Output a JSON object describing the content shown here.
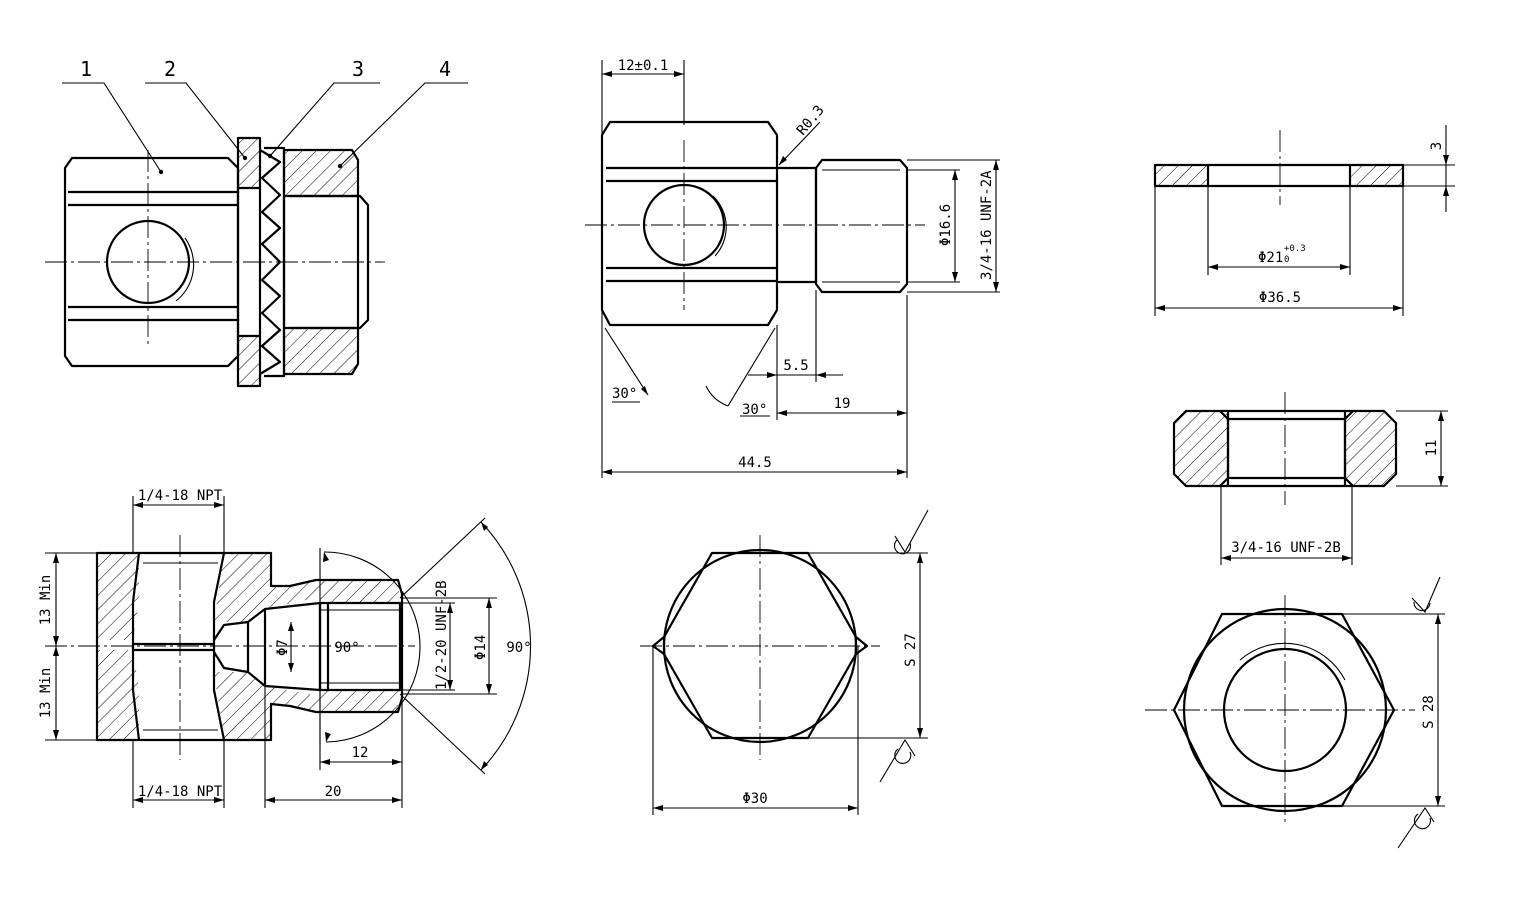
{
  "balloons": [
    "1",
    "2",
    "3",
    "4"
  ],
  "body_side": {
    "pitch_dim": "12±0.1",
    "radius": "R0.3",
    "dia_thread": "Φ16.6",
    "thread": "3/4-16 UNF-2A",
    "chamfer_left": "30°",
    "chamfer_right": "30°",
    "len_neck": "5.5",
    "len_thread": "19",
    "len_total": "44.5"
  },
  "section": {
    "npt_top": "1/4-18 NPT",
    "npt_bottom": "1/4-18 NPT",
    "min_top": "13 Min",
    "min_bottom": "13 Min",
    "dia_small": "Φ7",
    "angle_inner": "90°",
    "thread": "1/2-20 UNF-2B",
    "dia_bore": "Φ14",
    "angle_outer": "90°",
    "depth_thread": "12",
    "depth_total": "20"
  },
  "hex_body": {
    "flats": "S 27",
    "dia": "Φ30"
  },
  "washer": {
    "thickness": "3",
    "inner_dia": "Φ21",
    "inner_tol_upper": "+0.3",
    "inner_tol_lower": "0",
    "outer_dia": "Φ36.5"
  },
  "nut": {
    "height": "11",
    "thread": "3/4-16 UNF-2B",
    "flats": "S 28"
  }
}
